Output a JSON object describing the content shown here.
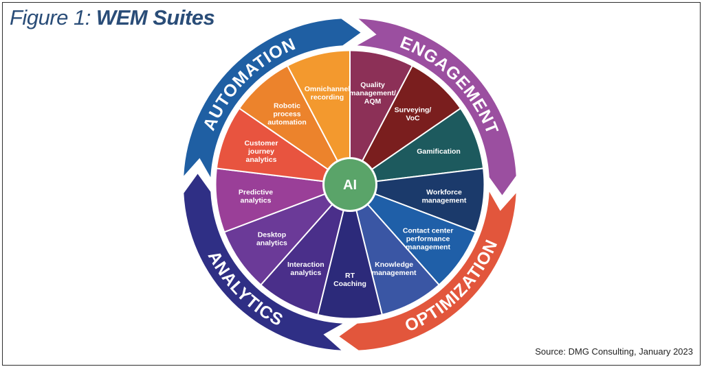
{
  "figure": {
    "title_prefix": "Figure 1:",
    "title_main": "WEM Suites",
    "source": "Source: DMG Consulting, January 2023"
  },
  "center": {
    "label": "AI",
    "fill": "#5aa469"
  },
  "rings": [
    {
      "id": "automation",
      "label": "AUTOMATION",
      "color": "#1f5fa3"
    },
    {
      "id": "engagement",
      "label": "ENGAGEMENT",
      "color": "#9b4fa0"
    },
    {
      "id": "optimization",
      "label": "OPTIMIZATION",
      "color": "#e2563c"
    },
    {
      "id": "analytics",
      "label": "ANALYTICS",
      "color": "#2f2f85"
    }
  ],
  "segments": [
    {
      "id": "quality-management",
      "label": [
        "Quality",
        "management/",
        "AQM"
      ],
      "color": "#8c3057"
    },
    {
      "id": "surveying-voc",
      "label": [
        "Surveying/",
        "VoC"
      ],
      "color": "#7a1e1e"
    },
    {
      "id": "gamification",
      "label": [
        "Gamification"
      ],
      "color": "#1d5a5e"
    },
    {
      "id": "workforce-management",
      "label": [
        "Workforce",
        "management"
      ],
      "color": "#1b3a6b"
    },
    {
      "id": "contact-center-performance-management",
      "label": [
        "Contact center",
        "performance",
        "management"
      ],
      "color": "#1f5fa8"
    },
    {
      "id": "knowledge-management",
      "label": [
        "Knowledge",
        "management"
      ],
      "color": "#3a56a4"
    },
    {
      "id": "rt-coaching",
      "label": [
        "RT",
        "Coaching"
      ],
      "color": "#2c2a7a"
    },
    {
      "id": "interaction-analytics",
      "label": [
        "Interaction",
        "analytics"
      ],
      "color": "#4a2f8a"
    },
    {
      "id": "desktop-analytics",
      "label": [
        "Desktop",
        "analytics"
      ],
      "color": "#6b3a98"
    },
    {
      "id": "predictive-analytics",
      "label": [
        "Predictive",
        "analytics"
      ],
      "color": "#9a3f98"
    },
    {
      "id": "customer-journey-analytics",
      "label": [
        "Customer",
        "journey",
        "analytics"
      ],
      "color": "#e8543f"
    },
    {
      "id": "robotic-process-automation",
      "label": [
        "Robotic",
        "process",
        "automation"
      ],
      "color": "#ec832c"
    },
    {
      "id": "omnichannel-recording",
      "label": [
        "Omnichannel",
        "recording"
      ],
      "color": "#f3992e"
    }
  ]
}
